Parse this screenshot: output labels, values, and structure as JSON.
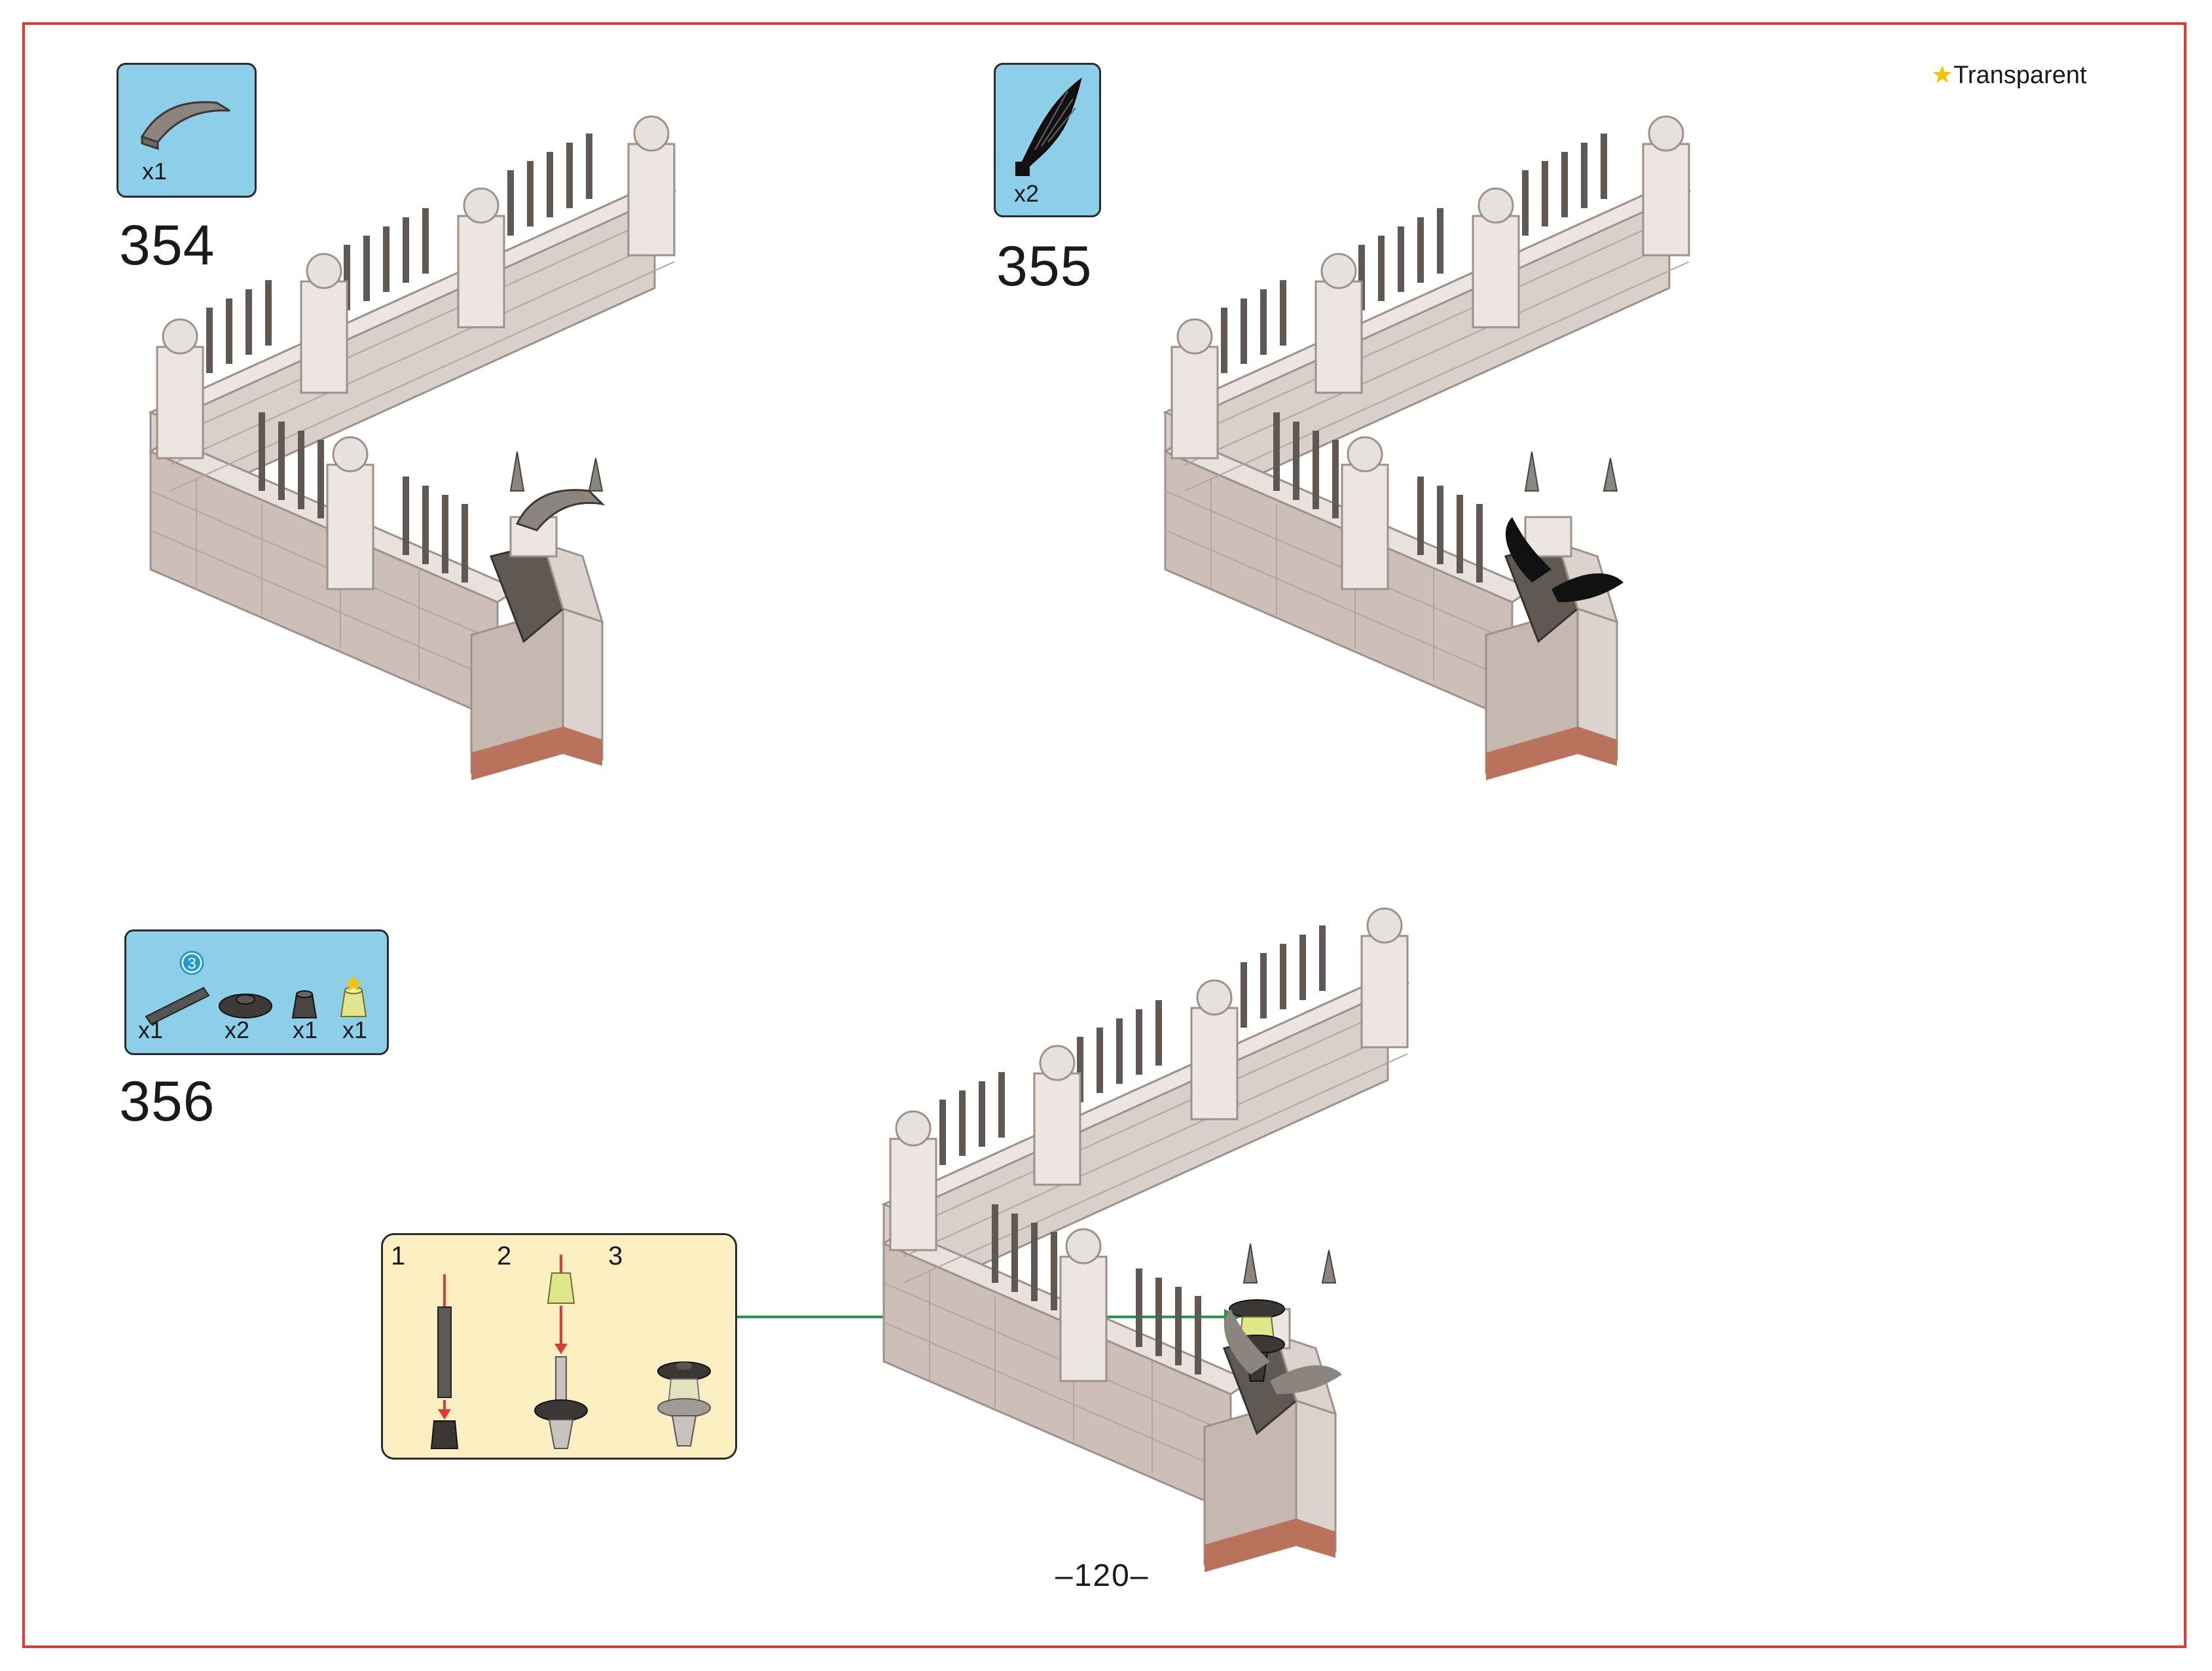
{
  "legend": {
    "star": "★",
    "label": "Transparent"
  },
  "steps": [
    {
      "number": "354",
      "parts": [
        {
          "qty": "x1",
          "part_icon": "curved-slope-icon"
        }
      ]
    },
    {
      "number": "355",
      "parts": [
        {
          "qty": "x2",
          "part_icon": "wing-icon"
        }
      ]
    },
    {
      "number": "356",
      "sub_callout_badge": "3",
      "parts": [
        {
          "qty": "x1",
          "part_icon": "bar-icon"
        },
        {
          "qty": "x2",
          "part_icon": "round-plate-icon"
        },
        {
          "qty": "x1",
          "part_icon": "cone-icon"
        },
        {
          "qty": "x1",
          "part_icon": "transparent-cone-icon"
        }
      ]
    }
  ],
  "sub_assembly": {
    "steps": [
      "1",
      "2",
      "3"
    ]
  },
  "colors": {
    "frame": "#e0393a",
    "parts_panel": "#8dcfe9",
    "sub_panel": "#fcf0c2",
    "arrow_red": "#e0393a",
    "arrow_green": "#1f9a4a",
    "brick_light": "#e9e1dd",
    "brick_mid": "#cfc3bd",
    "fence_dark": "#5f5853"
  },
  "page": {
    "number": "–120–"
  }
}
